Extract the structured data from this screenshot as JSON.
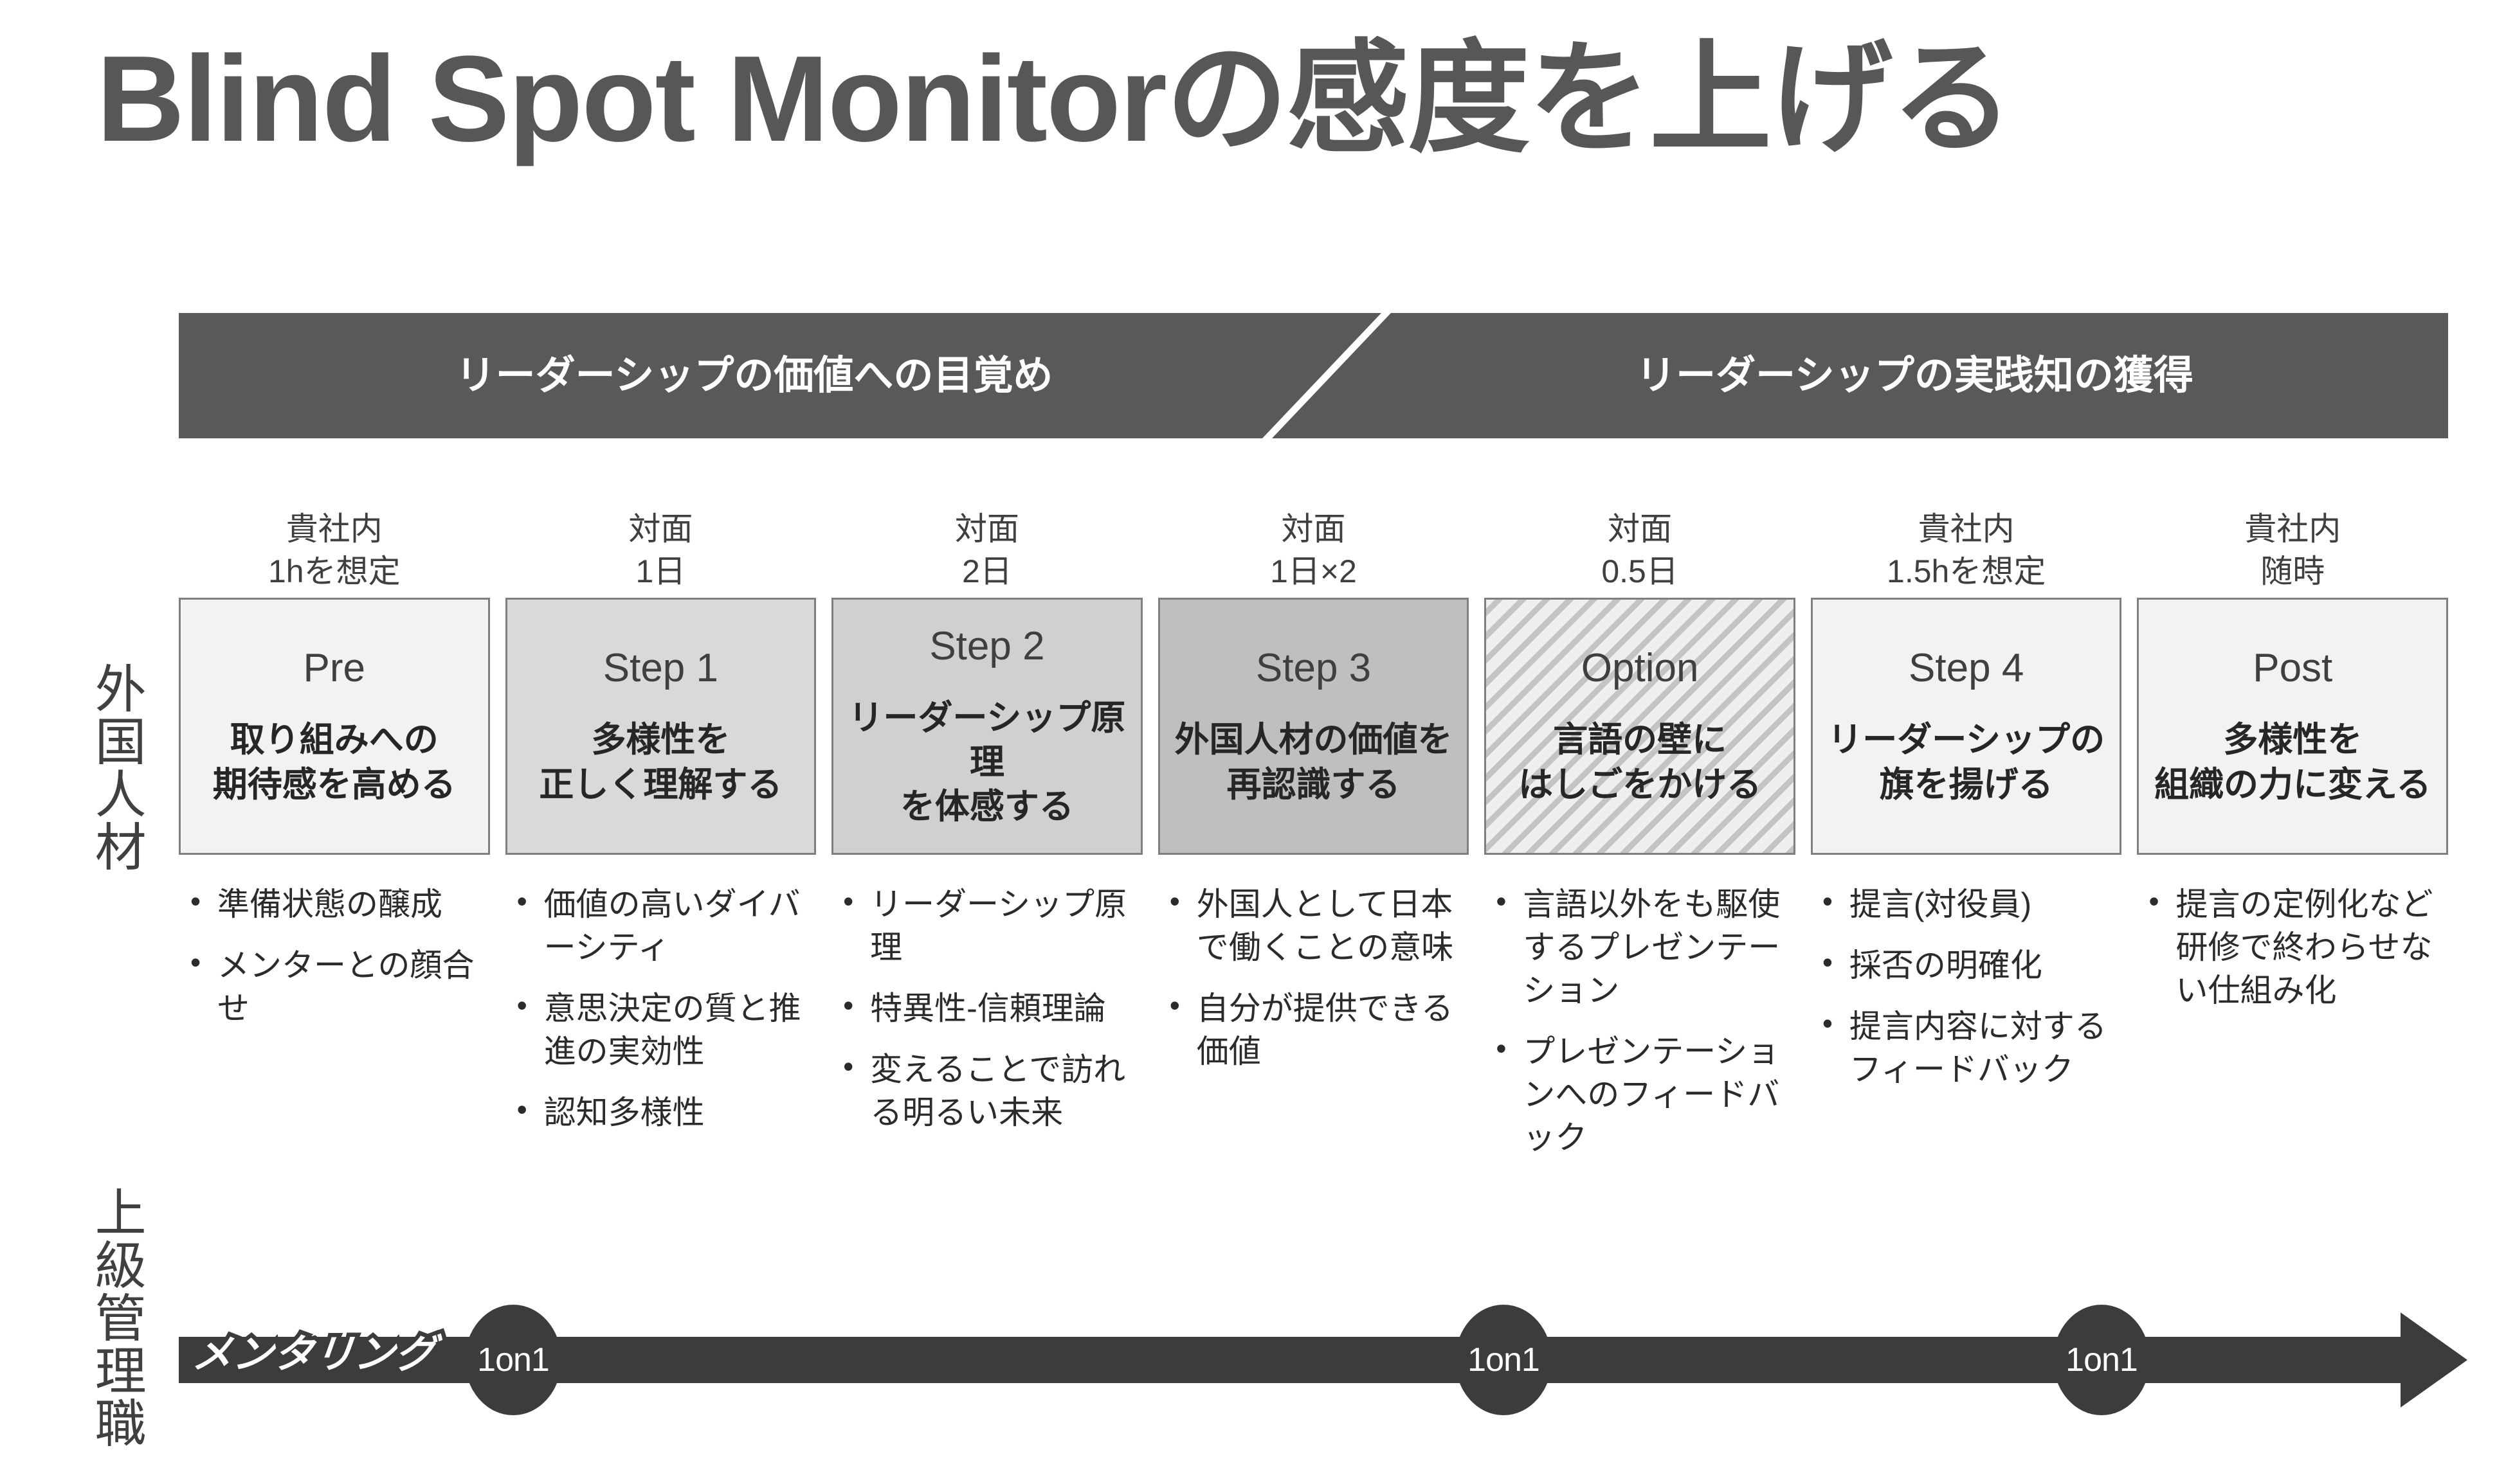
{
  "title": "Blind Spot Monitorの感度を上げる",
  "phases": {
    "left": "リーダーシップの価値への目覚め",
    "right": "リーダーシップの実践知の獲得"
  },
  "row_labels": {
    "foreign_talent": "外国人材",
    "senior_management": "上級管理職"
  },
  "columns": [
    {
      "mode": "貴社内",
      "duration": "1hを想定",
      "kicker": "Pre",
      "title": "取り組みへの\n期待感を高める",
      "shade": "#f2f2f2",
      "bullets": [
        "準備状態の醸成",
        "メンターとの顔合せ"
      ]
    },
    {
      "mode": "対面",
      "duration": "1日",
      "kicker": "Step 1",
      "title": "多様性を\n正しく理解する",
      "shade": "#d9d9d9",
      "bullets": [
        "価値の高いダイバーシティ",
        "意思決定の質と推進の実効性",
        "認知多様性"
      ]
    },
    {
      "mode": "対面",
      "duration": "2日",
      "kicker": "Step 2",
      "title": "リーダーシップ原理\nを体感する",
      "shade": "#d0d0d0",
      "bullets": [
        "リーダーシップ原理",
        "特異性-信頼理論",
        "変えることで訪れる明るい未来"
      ]
    },
    {
      "mode": "対面",
      "duration": "1日×2",
      "kicker": "Step 3",
      "title": "外国人材の価値を\n再認識する",
      "shade": "#bfbfbf",
      "bullets": [
        "外国人として日本で働くことの意味",
        "自分が提供できる価値"
      ]
    },
    {
      "mode": "対面",
      "duration": "0.5日",
      "kicker": "Option",
      "title": "言語の壁に\nはしごをかける",
      "shade": "hatched",
      "bullets": [
        "言語以外をも駆使するプレゼンテーション",
        "プレゼンテーションへのフィードバック"
      ]
    },
    {
      "mode": "貴社内",
      "duration": "1.5hを想定",
      "kicker": "Step 4",
      "title": "リーダーシップの\n旗を揚げる",
      "shade": "#f2f2f2",
      "bullets": [
        "提言(対役員)",
        "採否の明確化",
        "提言内容に対するフィードバック"
      ]
    },
    {
      "mode": "貴社内",
      "duration": "随時",
      "kicker": "Post",
      "title": "多様性を\n組織の力に変える",
      "shade": "#f2f2f2",
      "bullets": [
        "提言の定例化など研修で終わらせない仕組み化"
      ]
    }
  ],
  "timeline": {
    "track_label": "メンタリング",
    "milestones": [
      {
        "label": "1on1"
      },
      {
        "label": "1on1"
      },
      {
        "label": "1on1"
      }
    ]
  },
  "colors": {
    "banner": "#595959",
    "timeline": "#3c3c3c",
    "title_text": "#575757",
    "box_border": "#7f7f7f"
  }
}
